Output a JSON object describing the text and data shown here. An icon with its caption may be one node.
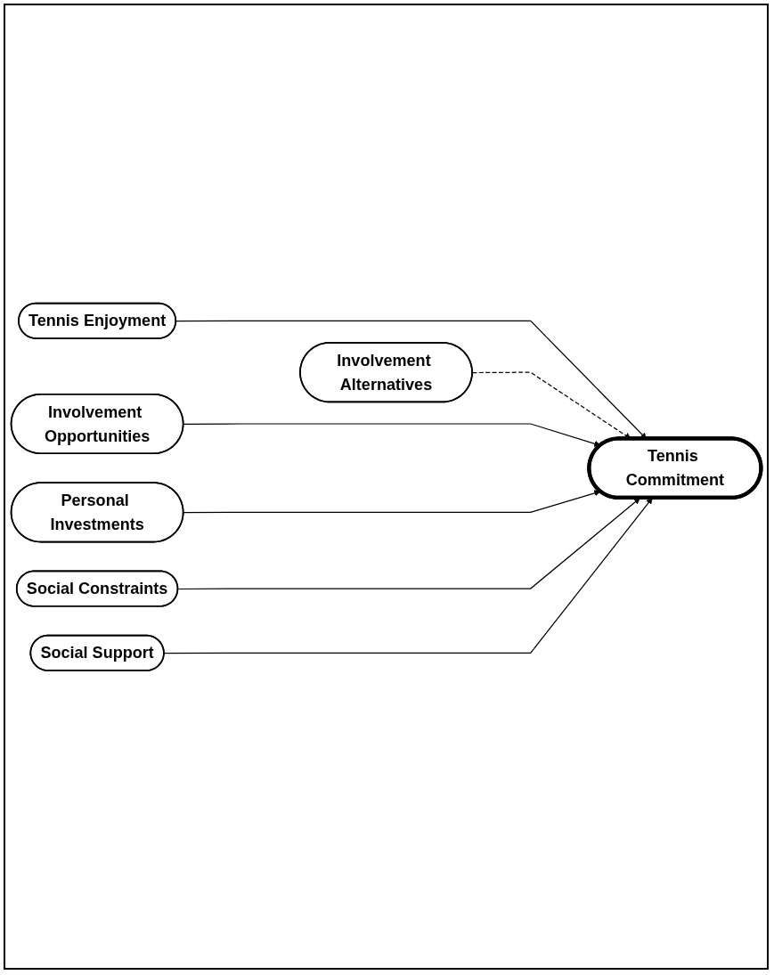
{
  "diagram": {
    "nodes": [
      {
        "text": [
          "Tennis Enjoyment"
        ]
      },
      {
        "text": [
          "Involvement Alternatives"
        ]
      },
      {
        "text": [
          "Involvement Opportunities"
        ]
      },
      {
        "text": [
          "Personal Investments"
        ]
      },
      {
        "text": [
          "Social Constraints"
        ]
      },
      {
        "text": [
          "Social Support"
        ]
      },
      {
        "text": [
          "Tennis Commitment"
        ]
      }
    ],
    "edges": [
      {
        "from": 0,
        "to": 6,
        "arrow": "to"
      },
      {
        "from": 1,
        "to": 6,
        "arrow": "to",
        "style": "dashed"
      },
      {
        "from": 2,
        "to": 6,
        "arrow": "to"
      },
      {
        "from": 3,
        "to": 6,
        "arrow": "to"
      },
      {
        "from": 4,
        "to": 6,
        "arrow": "to"
      },
      {
        "from": 5,
        "to": 6,
        "arrow": "to"
      }
    ]
  }
}
